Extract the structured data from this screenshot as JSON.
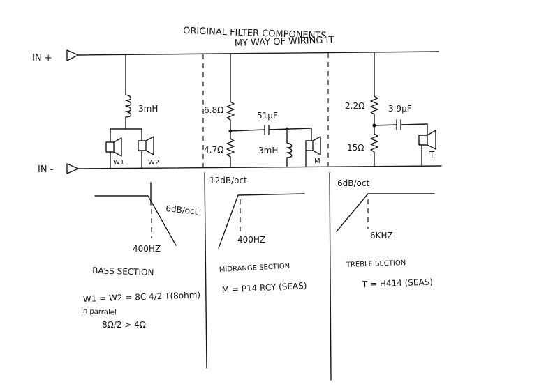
{
  "title": {
    "line1": "ORIGINAL FILTER COMPONENTS",
    "line2": "MY WAY OF WIRING IT"
  },
  "rails": {
    "plus": "IN +",
    "minus": "IN -"
  },
  "bass": {
    "inductor": "3mH",
    "driver_labels": [
      "W1",
      "W2"
    ],
    "slope": "6dB/oct",
    "freq": "400HZ",
    "section": "BASS SECTION",
    "note1": "W1 = W2 = 8C 4/2 T(8ohm)",
    "note2": "in parralel",
    "note3": "8Ω/2 > 4Ω"
  },
  "mid": {
    "r_top": "6.8Ω",
    "r_bottom": "4.7Ω",
    "capacitor": "51µF",
    "inductor": "3mH",
    "driver_label": "M",
    "slope": "12dB/oct",
    "freq": "400HZ",
    "section": "MIDRANGE SECTION",
    "note": "M = P14 RCY (SEAS)"
  },
  "treble": {
    "r_top": "2.2Ω",
    "r_bottom": "15Ω",
    "capacitor": "3.9µF",
    "driver_label": "T",
    "slope": "6dB/oct",
    "freq": "6KHZ",
    "section": "TREBLE SECTION",
    "note": "T = H414 (SEAS)"
  }
}
